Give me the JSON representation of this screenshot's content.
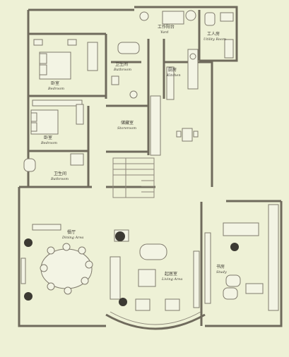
{
  "rooms": {
    "yard": {
      "zh": "工作阳台",
      "en": "Yard"
    },
    "utility": {
      "zh": "工人房",
      "en": "Utility Room"
    },
    "bedroom1": {
      "zh": "卧室",
      "en": "Bedroom"
    },
    "bathroom1": {
      "zh": "卫生间",
      "en": "Bathroom"
    },
    "kitchen": {
      "zh": "厨房",
      "en": "Kitchen"
    },
    "bedroom2": {
      "zh": "卧室",
      "en": "Bedroom"
    },
    "storeroom": {
      "zh": "储藏室",
      "en": "Storeroom"
    },
    "bathroom2": {
      "zh": "卫生间",
      "en": "Bathroom"
    },
    "dining": {
      "zh": "餐厅",
      "en": "Dining Area"
    },
    "living": {
      "zh": "起居室",
      "en": "Living Area"
    },
    "study": {
      "zh": "书房",
      "en": "Study"
    }
  },
  "colors": {
    "background": "#eef1d6",
    "wall": "#6f6a5c",
    "furniture": "#f3f4e4",
    "plant": "#3c3a33"
  }
}
